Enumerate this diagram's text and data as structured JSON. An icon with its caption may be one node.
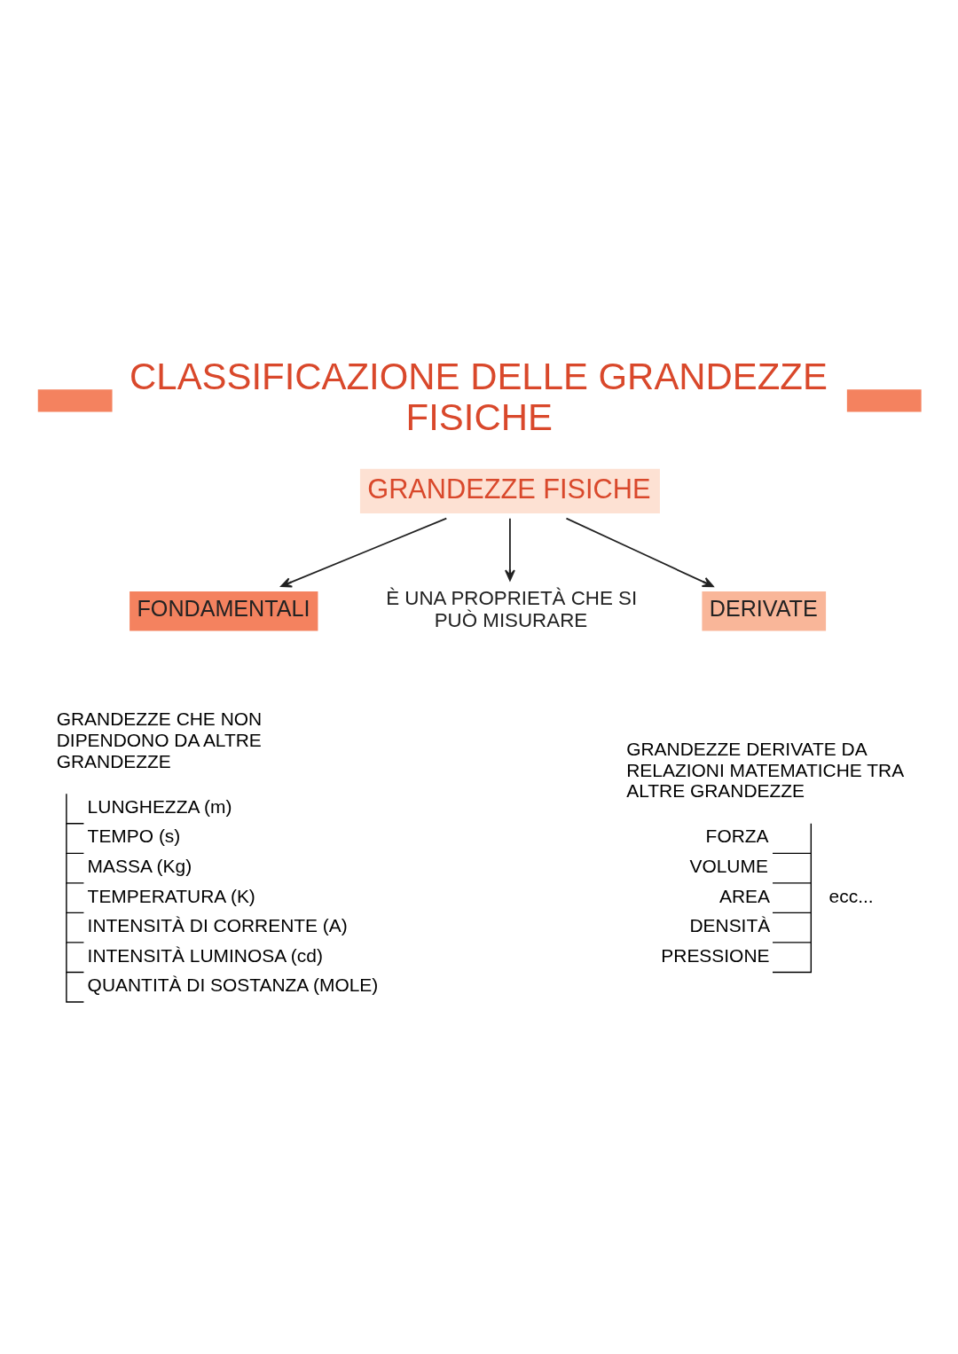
{
  "diagram": {
    "title": "CLASSIFICAZIONE DELLE GRANDEZZE FISICHE",
    "nodes": [
      {
        "text": [
          "GRANDEZZE FISICHE"
        ]
      },
      {
        "text": [
          "È UNA PROPRIETÀ CHE SI PUÒ MISURARE"
        ]
      },
      {
        "text": [
          "FONDAMENTALI"
        ],
        "beside": [
          "GRANDEZZE CHE NON DIPENDONO DA ALTRE GRANDEZZE",
          "LUNGHEZZA (m)",
          "TEMPO (s)",
          "MASSA (Kg)",
          "TEMPERATURA (K)",
          "INTENSITÀ DI CORRENTE (A)",
          "INTENSITÀ LUMINOSA (cd)",
          "QUANTITÀ DI SOSTANZA (MOLE)"
        ]
      },
      {
        "text": [
          "DERIVATE"
        ],
        "beside": [
          "GRANDEZZE DERIVATE DA RELAZIONI MATEMATICHE TRA ALTRE GRANDEZZE",
          "FORZA",
          "VOLUME",
          "AREA",
          "DENSITÀ",
          "PRESSIONE",
          "ecc..."
        ]
      }
    ],
    "edges": [
      {
        "from": 0,
        "to": 2,
        "arrow": "to"
      },
      {
        "from": 0,
        "to": 1,
        "arrow": "to"
      },
      {
        "from": 0,
        "to": 3,
        "arrow": "to"
      }
    ]
  }
}
